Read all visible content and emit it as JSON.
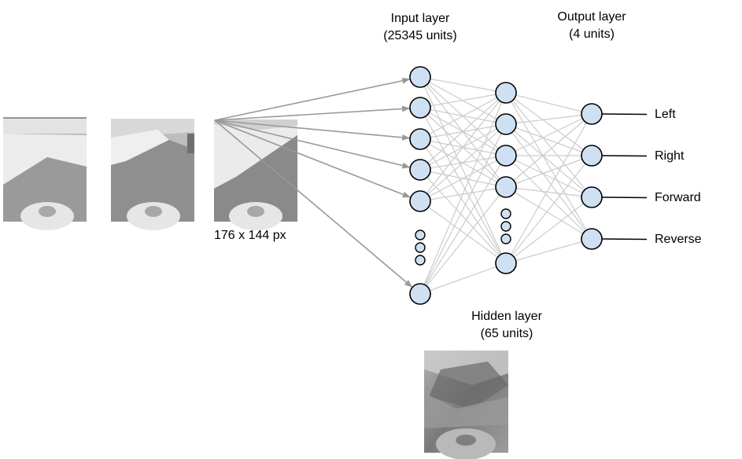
{
  "input_layer": {
    "title": "Input layer",
    "units": "(25345 units)"
  },
  "hidden_layer": {
    "title": "Hidden layer",
    "units": "(65 units)"
  },
  "output_layer": {
    "title": "Output layer",
    "units": "(4 units)",
    "outputs": [
      "Left",
      "Right",
      "Forward",
      "Reverse"
    ]
  },
  "frame_size": "176 x 144 px",
  "colors": {
    "node_fill": "#cfe0f3",
    "node_stroke": "#000000",
    "connection": "#cccccc",
    "input_arrow": "#999999",
    "output_line": "#000000"
  }
}
